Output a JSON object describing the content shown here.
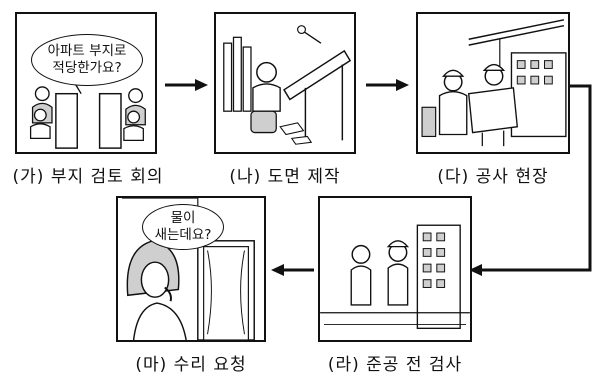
{
  "panels": {
    "ga": {
      "caption": "(가) 부지 검토 회의",
      "bubble_line1": "아파트 부지로",
      "bubble_line2": "적당한가요?"
    },
    "na": {
      "caption": "(나) 도면 제작"
    },
    "da": {
      "caption": "(다) 공사 현장"
    },
    "ra": {
      "caption": "(라) 준공 전 검사"
    },
    "ma": {
      "caption": "(마) 수리 요청",
      "bubble_line1": "물이",
      "bubble_line2": "새는데요?"
    }
  },
  "colors": {
    "line": "#111111",
    "fill": "#ffffff",
    "shade": "#cfcfcf"
  }
}
